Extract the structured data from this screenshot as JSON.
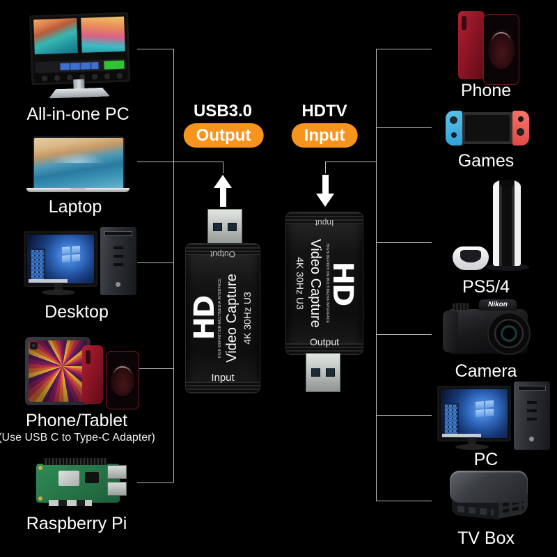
{
  "colors": {
    "background": "#000000",
    "accent_orange": "#f7941d",
    "line": "#bcbcbc",
    "text": "#ffffff"
  },
  "center": {
    "usb": {
      "title": "USB3.0",
      "badge": "Output"
    },
    "hdtv": {
      "title": "HDTV",
      "badge": "Input"
    },
    "card_front": {
      "top": "Output",
      "bottom": "Input",
      "logo": "HD",
      "logo_sub": "HIGH-DEFINITION MULTIMEDIA INTERFACE",
      "name": "Video Capture",
      "spec": "4K 30Hz U3"
    },
    "card_back": {
      "top": "Input",
      "bottom": "Output",
      "logo": "HD",
      "logo_sub": "HIGH-DEFINITION MULTIMEDIA INTERFACE",
      "name": "Video Capture",
      "spec": "4K 30Hz U3"
    }
  },
  "left_devices": [
    {
      "id": "all-in-one-pc",
      "label": "All-in-one PC"
    },
    {
      "id": "laptop",
      "label": "Laptop"
    },
    {
      "id": "desktop",
      "label": "Desktop"
    },
    {
      "id": "phone-tablet",
      "label": "Phone/Tablet",
      "sublabel": "(Use USB C to Type-C Adapter)"
    },
    {
      "id": "raspberry-pi",
      "label": "Raspberry Pi"
    }
  ],
  "right_devices": [
    {
      "id": "phone",
      "label": "Phone"
    },
    {
      "id": "games",
      "label": "Games"
    },
    {
      "id": "ps5-4",
      "label": "PS5/4"
    },
    {
      "id": "camera",
      "label": "Camera"
    },
    {
      "id": "pc",
      "label": "PC"
    },
    {
      "id": "tv-box",
      "label": "TV Box"
    }
  ],
  "camera_brand": "Nikon"
}
